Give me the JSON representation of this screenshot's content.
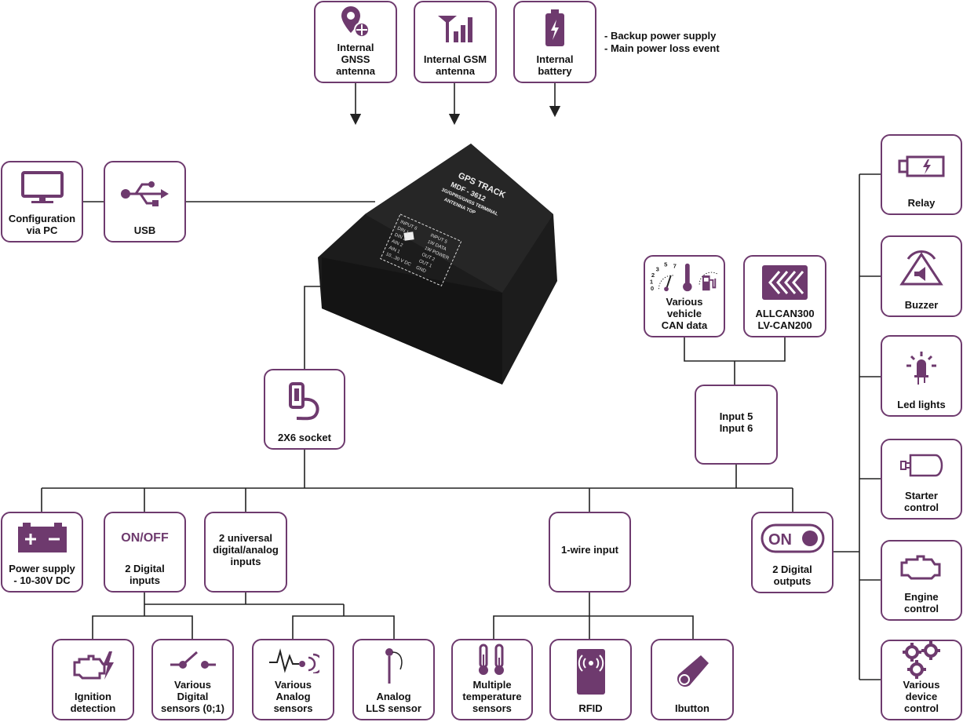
{
  "top": {
    "gnss": {
      "label": "Internal\nGNSS\nantenna",
      "icon": "gnss-pin-icon"
    },
    "gsm": {
      "label": "Internal GSM\nantenna",
      "icon": "signal-bars-icon"
    },
    "battery": {
      "label": "Internal\nbattery",
      "icon": "battery-bolt-icon"
    },
    "battery_notes": [
      "- Backup power supply",
      "- Main power loss event"
    ]
  },
  "left": {
    "pc": {
      "label": "Configuration\nvia PC",
      "icon": "monitor-icon"
    },
    "usb": {
      "label": "USB",
      "icon": "usb-icon"
    }
  },
  "device": {
    "brand": "GPS TRACK",
    "model": "MDF - 3612",
    "subtitle": "3G/GPRS/GNSS TERMINAL",
    "antenna": "ANTENNA TOP",
    "pins_left": [
      "INPUT 6",
      "DIN 1",
      "DIN 2",
      "AIN 2",
      "AIN 1",
      "10...30 V DC"
    ],
    "pins_right": [
      "INPUT 5",
      "1W DATA",
      "1W POWER",
      "OUT 2",
      "OUT 1",
      "GND"
    ]
  },
  "socket": {
    "label": "2X6 socket",
    "icon": "socket-connector-icon"
  },
  "inputs56": {
    "label": "Input 5\nInput 6"
  },
  "can": {
    "vehicle": {
      "label": "Various\nvehicle\nCAN data",
      "icon": "gauges-icon",
      "gauge_ticks": [
        "0",
        "1",
        "2",
        "3",
        "5",
        "7"
      ]
    },
    "allcan": {
      "label": "ALLCAN300\nLV-CAN200",
      "icon": "allcan-chevrons-icon"
    }
  },
  "bottom": {
    "power": {
      "label": "Power supply\n- 10-30V DC",
      "icon": "car-battery-icon"
    },
    "digital_in": {
      "label": "2 Digital\ninputs",
      "toggle_text": "ON/OFF"
    },
    "universal": {
      "label": "2 universal\ndigital/analog\ninputs"
    },
    "onewire": {
      "label": "1-wire input"
    },
    "digital_out": {
      "label": "2 Digital\noutputs",
      "toggle_text": "ON"
    }
  },
  "sensors": {
    "ignition": {
      "label": "Ignition\ndetection",
      "icon": "engine-bolt-icon"
    },
    "digital_sensors": {
      "label": "Various\nDigital\nsensors (0;1)",
      "icon": "switch-icon"
    },
    "analog_sensors": {
      "label": "Various\nAnalog\nsensors",
      "icon": "analog-signal-icon"
    },
    "lls": {
      "label": "Analog\nLLS sensor",
      "icon": "probe-icon"
    },
    "temperature": {
      "label": "Multiple\ntemperature\nsensors",
      "icon": "thermometers-icon"
    },
    "rfid": {
      "label": "RFID",
      "icon": "rfid-card-icon"
    },
    "ibutton": {
      "label": "Ibutton",
      "icon": "ibutton-key-icon"
    }
  },
  "outputs": {
    "relay": {
      "label": "Relay",
      "icon": "relay-icon"
    },
    "buzzer": {
      "label": "Buzzer",
      "icon": "buzzer-icon"
    },
    "led": {
      "label": "Led lights",
      "icon": "led-icon"
    },
    "starter": {
      "label": "Starter\ncontrol",
      "icon": "starter-icon"
    },
    "engine": {
      "label": "Engine\ncontrol",
      "icon": "engine-icon"
    },
    "various": {
      "label": "Various\ndevice\ncontrol",
      "icon": "gears-icon"
    }
  },
  "colors": {
    "accent": "#6e3a6e",
    "line": "#222222",
    "device": "#1c1c1c"
  }
}
